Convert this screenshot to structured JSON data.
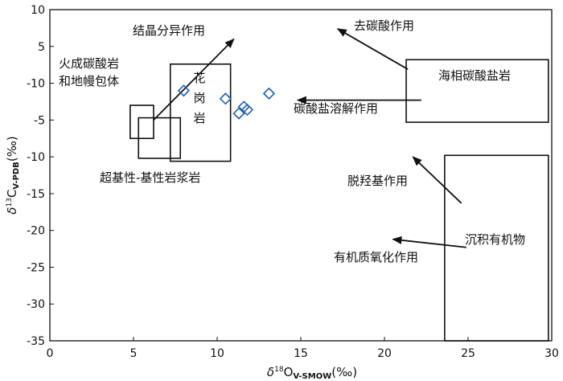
{
  "chart_data": {
    "type": "scatter",
    "xlabel": "δ18OV-SMOW(‰)",
    "xlabel_parts": {
      "delta": "δ",
      "sup": "18",
      "main": "O",
      "sub": "V-SMOW",
      "unit": "(‰)"
    },
    "ylabel": "δ13CV-PDB(‰)",
    "ylabel_parts": {
      "delta": "δ",
      "sup": "13",
      "main": "C",
      "sub": "V-PDB",
      "unit": "(‰)"
    },
    "xlim": [
      0,
      30
    ],
    "ylim": [
      -35,
      10
    ],
    "xticks": [
      0,
      5,
      10,
      15,
      20,
      25,
      30
    ],
    "ytick_labels": [
      "10",
      "5",
      "-10",
      "-5",
      "-10",
      "-15",
      "-20",
      "-25",
      "-30",
      "-35"
    ],
    "ytick_values": [
      10,
      5,
      0,
      -5,
      -10,
      -15,
      -20,
      -25,
      -30,
      -35
    ],
    "grid": false,
    "legend": "none",
    "marker_color": "#1f5fb0",
    "series": [
      {
        "marker": "diamond-open",
        "x": [
          8.0,
          10.5,
          11.3,
          11.6,
          11.8,
          13.1
        ],
        "y": [
          -1.0,
          -2.1,
          -4.1,
          -3.2,
          -3.6,
          -1.4
        ]
      }
    ],
    "regions": [
      {
        "label": "火成碳酸岩和地幔包体",
        "x": [
          4.8,
          6.2
        ],
        "y": [
          -7.5,
          -3.0
        ]
      },
      {
        "label": "超基性-基性岩浆岩",
        "x": [
          5.3,
          7.8
        ],
        "y": [
          -10.2,
          -4.7
        ]
      },
      {
        "label": "",
        "x": [
          7.2,
          10.8
        ],
        "y": [
          -10.6,
          2.6
        ]
      },
      {
        "label": "海相碳酸盐岩",
        "x": [
          21.3,
          29.8
        ],
        "y": [
          -5.3,
          3.2
        ]
      },
      {
        "label": "沉积有机物",
        "x": [
          23.6,
          29.8
        ],
        "y": [
          -35.0,
          -9.8
        ]
      }
    ],
    "annotations": [
      {
        "text": "结晶分异作用",
        "arrow_from": [
          6.2,
          -5.0
        ],
        "arrow_to": [
          11.0,
          6.0
        ]
      },
      {
        "text": "去碳酸作用",
        "arrow_from": [
          21.4,
          1.9
        ],
        "arrow_to": [
          17.2,
          7.4
        ]
      },
      {
        "text": "碳酸盐溶解作用",
        "arrow_from": [
          22.2,
          -2.3
        ],
        "arrow_to": [
          14.8,
          -2.3
        ]
      },
      {
        "text": "脱羟基作用",
        "arrow_from": [
          24.6,
          -16.3
        ],
        "arrow_to": [
          21.7,
          -10.0
        ]
      },
      {
        "text": "有机质氧化作用",
        "arrow_from": [
          24.9,
          -22.3
        ],
        "arrow_to": [
          20.5,
          -21.2
        ]
      },
      {
        "text": "花岗岩"
      },
      {
        "text": "火成碳酸岩"
      },
      {
        "text": "和地幔包体"
      }
    ]
  }
}
